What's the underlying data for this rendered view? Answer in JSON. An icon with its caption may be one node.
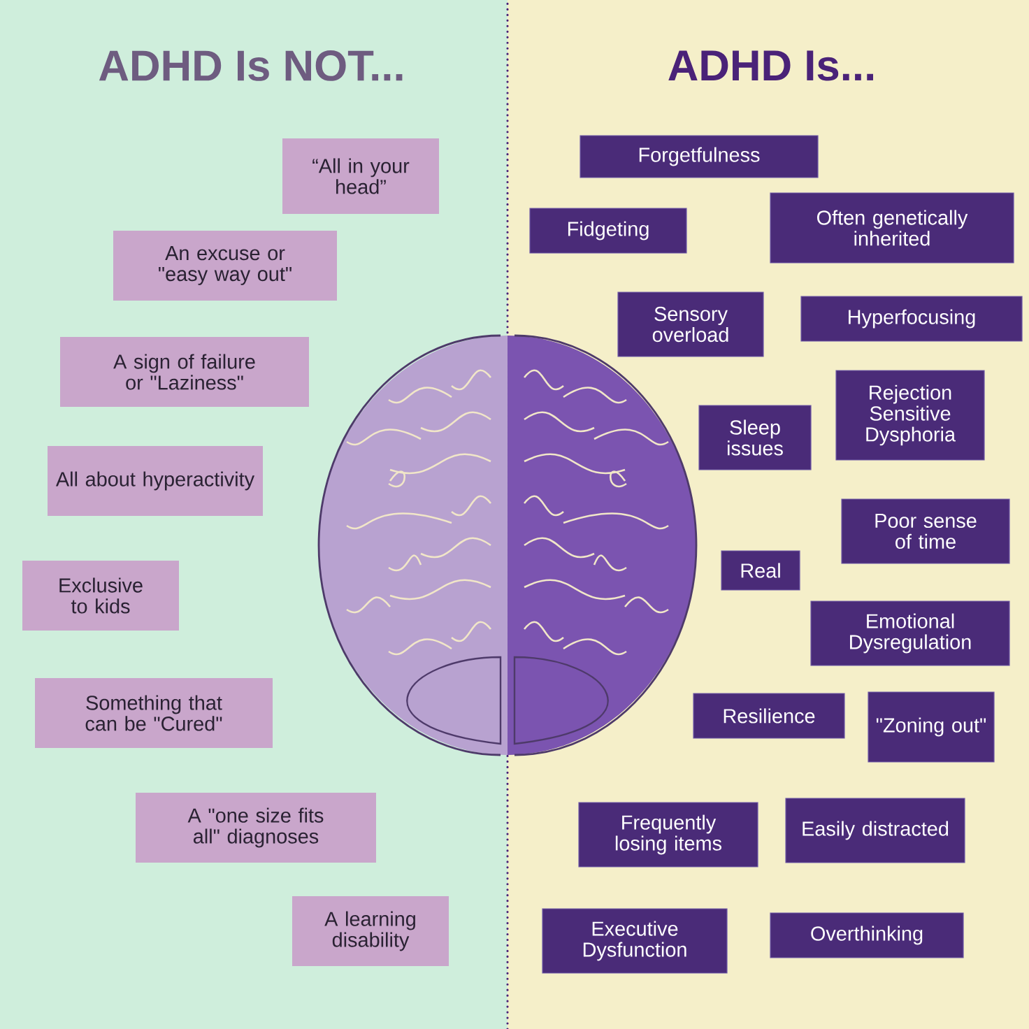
{
  "diagram": {
    "nodes": [
      {
        "text": [
          "“All in your head”"
        ]
      },
      {
        "text": [
          "An excuse or \"easy way out\""
        ]
      },
      {
        "text": [
          "A sign of failure or \"Laziness\""
        ]
      },
      {
        "text": [
          "All about hyperactivity"
        ]
      },
      {
        "text": [
          "Exclusive to kids"
        ]
      },
      {
        "text": [
          "Something that can be \"Cured\""
        ]
      },
      {
        "text": [
          "A \"one size fits all\" diagnoses"
        ]
      },
      {
        "text": [
          "A learning disability"
        ]
      },
      {
        "text": [
          "Forgetfulness"
        ]
      },
      {
        "text": [
          "Fidgeting"
        ]
      },
      {
        "text": [
          "Often genetically inherited"
        ]
      },
      {
        "text": [
          "Sensory overload"
        ]
      },
      {
        "text": [
          "Hyperfocusing"
        ]
      },
      {
        "text": [
          "Sleep issues"
        ]
      },
      {
        "text": [
          "Rejection Sensitive Dysphoria"
        ]
      },
      {
        "text": [
          "Poor sense of time"
        ]
      },
      {
        "text": [
          "Real"
        ]
      },
      {
        "text": [
          "Emotional Dysregulation"
        ]
      },
      {
        "text": [
          "Resilience"
        ]
      },
      {
        "text": [
          "\"Zoning out\""
        ]
      },
      {
        "text": [
          "Frequently losing items"
        ]
      },
      {
        "text": [
          "Easily distracted"
        ]
      },
      {
        "text": [
          "Executive Dysfunction"
        ]
      },
      {
        "text": [
          "Overthinking"
        ]
      }
    ],
    "labels": [
      "ADHD Is NOT...",
      "ADHD Is..."
    ]
  }
}
